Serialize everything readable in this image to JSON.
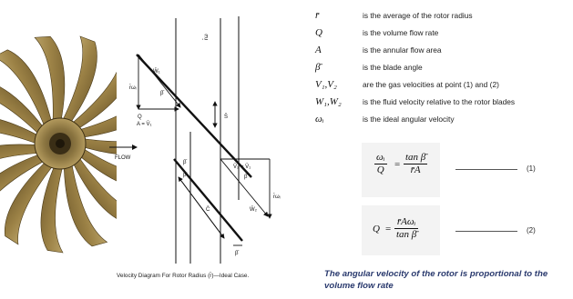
{
  "rotor_photo": {
    "icon": "rotor-impeller-photo"
  },
  "diagram": {
    "caption": "Velocity Diagram For Rotor Radius (r̄)—Ideal Case.",
    "labels": {
      "flow": "FLOW",
      "w1": "W̄₁",
      "w2": "W̄₂",
      "beta_a": "β̄",
      "beta_b": "β̄",
      "beta_c": "β̄",
      "beta_d": "β̄",
      "beta_e": "β̄",
      "s": "S̄",
      "c": "C̄",
      "q_over_a": "Q",
      "a_eq_v1": "A = V̄₁",
      "v2_eq_v1": "V̄₂ = V̄₁",
      "r_omega_top": "r̄ω",
      "r_omega_left": "r̄ωᵢ",
      "r_omega_right": "r̄ωᵢ"
    }
  },
  "definitions": [
    {
      "symbol": "r̄",
      "text": "is the average of the rotor radius"
    },
    {
      "symbol": "Q",
      "text": "is the volume flow rate"
    },
    {
      "symbol": "A",
      "text": "is the annular flow area"
    },
    {
      "symbol": "β̄",
      "text": "is the blade angle"
    },
    {
      "symbol": "V₁,V₂",
      "text": "are the gas velocities at point (1) and (2)"
    },
    {
      "symbol": "W₁,W₂",
      "text": "is the fluid velocity relative to the rotor blades"
    },
    {
      "symbol": "ωᵢ",
      "text": "is the ideal angular velocity"
    }
  ],
  "equations": {
    "eq1": {
      "lhs_num": "ωᵢ",
      "lhs_den": "Q",
      "equals": "=",
      "rhs_num": "tan β̄",
      "rhs_den": "r̄A",
      "number": "(1)"
    },
    "eq2": {
      "lhs": "Q",
      "equals": "=",
      "rhs_num": "r̄Aωᵢ",
      "rhs_den": "tan β̄",
      "number": "(2)"
    }
  },
  "note": "The angular velocity of the rotor is proportional to the volume flow rate"
}
